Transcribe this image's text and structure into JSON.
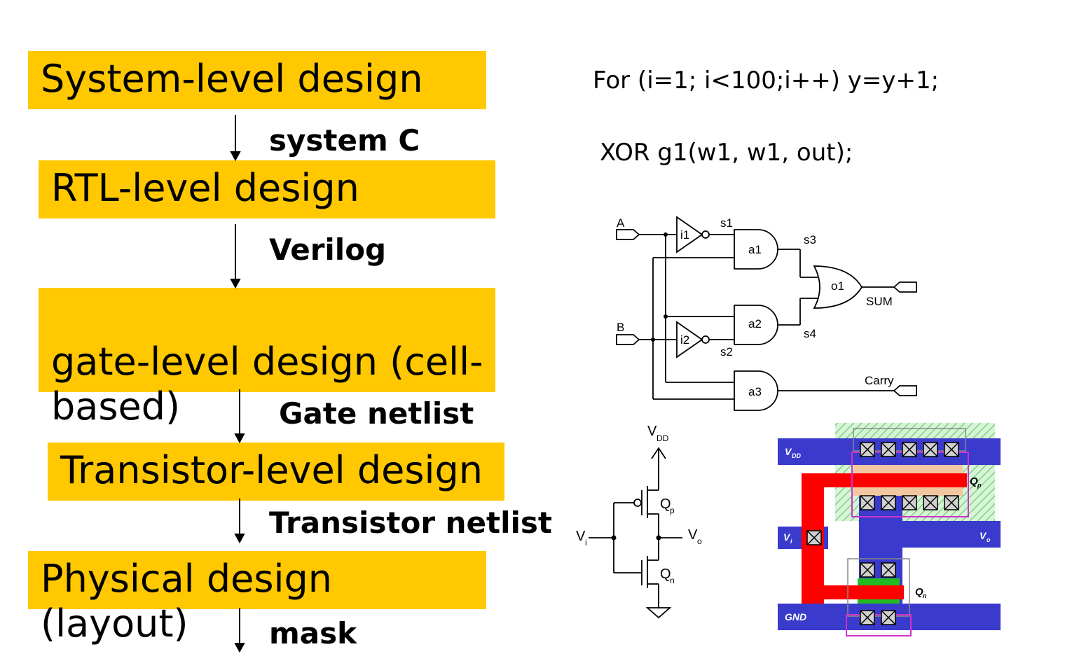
{
  "flow": {
    "stages": [
      {
        "label": "System-level design"
      },
      {
        "label": "RTL-level design"
      },
      {
        "label": "gate-level design (cell-\nbased)"
      },
      {
        "label": "Transistor-level design"
      },
      {
        "label": "Physical design (layout)"
      }
    ],
    "connectors": [
      "system C",
      "Verilog",
      "Gate netlist",
      "Transistor netlist",
      "mask"
    ]
  },
  "code": {
    "loop": "For (i=1; i<100;i++) y=y+1;",
    "xor": "XOR  g1(w1, w1, out);"
  },
  "gates": {
    "input_a": "A",
    "input_b": "B",
    "inv1": "i1",
    "inv2": "i2",
    "and1": "a1",
    "and2": "a2",
    "and3": "a3",
    "or1": "o1",
    "s1": "s1",
    "s2": "s2",
    "s3": "s3",
    "s4": "s4",
    "sum": "SUM",
    "carry": "Carry"
  },
  "inverter": {
    "vdd": "V",
    "vdd_sub": "DD",
    "vi": "V",
    "vi_sub": "i",
    "vo": "V",
    "vo_sub": "o",
    "qp": "Q",
    "qp_sub": "p",
    "qn": "Q",
    "qn_sub": "n"
  },
  "layout": {
    "vdd": "V",
    "vdd_sub": "DD",
    "vi": "V",
    "vi_sub": "i",
    "vo": "V",
    "vo_sub": "o",
    "gnd": "GND",
    "qp": "Q",
    "qp_sub": "p",
    "qn": "Q",
    "qn_sub": "n"
  },
  "colors": {
    "box": "#ffc800",
    "metal": "#3a3acd",
    "poly": "#ff0000",
    "ndiff": "#22bb22",
    "nwell": "#a6e6a6",
    "pdiff": "#f2c6a0",
    "select": "#cc33cc"
  }
}
